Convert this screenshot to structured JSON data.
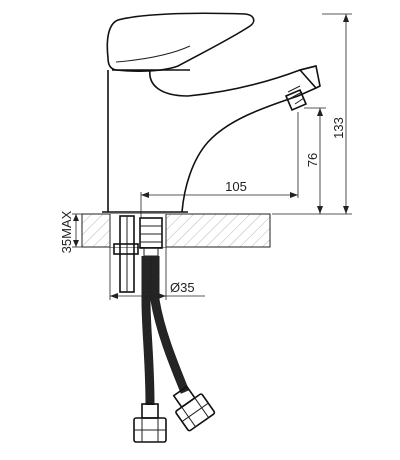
{
  "dimensions": {
    "total_height": "133",
    "spout_height": "76",
    "spout_reach": "105",
    "deck_thickness": "35MAX",
    "hole_diameter": "Ø35"
  }
}
